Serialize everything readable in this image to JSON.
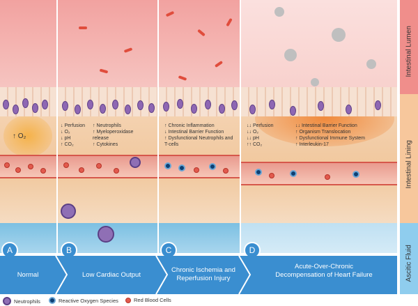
{
  "panels": [
    {
      "letter": "A",
      "stage": "Normal",
      "items": [
        {
          "arrow": "↑",
          "text": "O₂"
        }
      ]
    },
    {
      "letter": "B",
      "stage": "Low Cardiac Output",
      "col1": [
        {
          "arrow": "↓",
          "text": "Perfusion"
        },
        {
          "arrow": "↓",
          "text": "O₂"
        },
        {
          "arrow": "↓",
          "text": "pH"
        },
        {
          "arrow": "↑",
          "text": "CO₂"
        }
      ],
      "col2": [
        {
          "arrow": "↑",
          "text": "Neutrophils"
        },
        {
          "arrow": "↑",
          "text": "Myeloperoxidase release"
        },
        {
          "arrow": "↑",
          "text": "Cytokines"
        }
      ]
    },
    {
      "letter": "C",
      "stage": "Chronic Ischemia and Reperfusion Injury",
      "col1": [
        {
          "arrow": "↑",
          "text": "Chronic Inflammation"
        },
        {
          "arrow": "↓",
          "text": "Intestinal Barrier Function"
        },
        {
          "arrow": "↑",
          "text": "Dysfunctional Neutrophils and T-cells"
        }
      ]
    },
    {
      "letter": "D",
      "stage": "Acute-Over-Chronic Decompensation of Heart Failure",
      "col1": [
        {
          "arrow": "↓↓",
          "text": "Perfusion"
        },
        {
          "arrow": "↓↓",
          "text": "O₂"
        },
        {
          "arrow": "↓↓",
          "text": "pH"
        },
        {
          "arrow": "↑↑",
          "text": "CO₂"
        }
      ],
      "col2": [
        {
          "arrow": "↓↓",
          "text": "Intestinal Barrier Function"
        },
        {
          "arrow": "↑",
          "text": "Organism Translocation"
        },
        {
          "arrow": "↑",
          "text": "Dysfunctional Immune System"
        },
        {
          "arrow": "↑",
          "text": "Interleukin-17"
        }
      ]
    }
  ],
  "side_labels": {
    "lumen": "Intestinal Lumen",
    "lining": "Intestinal Lining",
    "ascitic": "Ascitic Fluid"
  },
  "legend": {
    "neutrophils": "Neutrophils",
    "ros": "Reactive Oxygen Species",
    "rbc": "Red Blood Cells"
  },
  "colors": {
    "lumen": "#f2a2a0",
    "lining": "#f1c79c",
    "ascitic": "#7cc0e2",
    "band": "#3a8ed0",
    "side_lumen": "#f08e8b",
    "side_lining": "#f7c79c",
    "side_ascitic": "#8fcdee"
  }
}
